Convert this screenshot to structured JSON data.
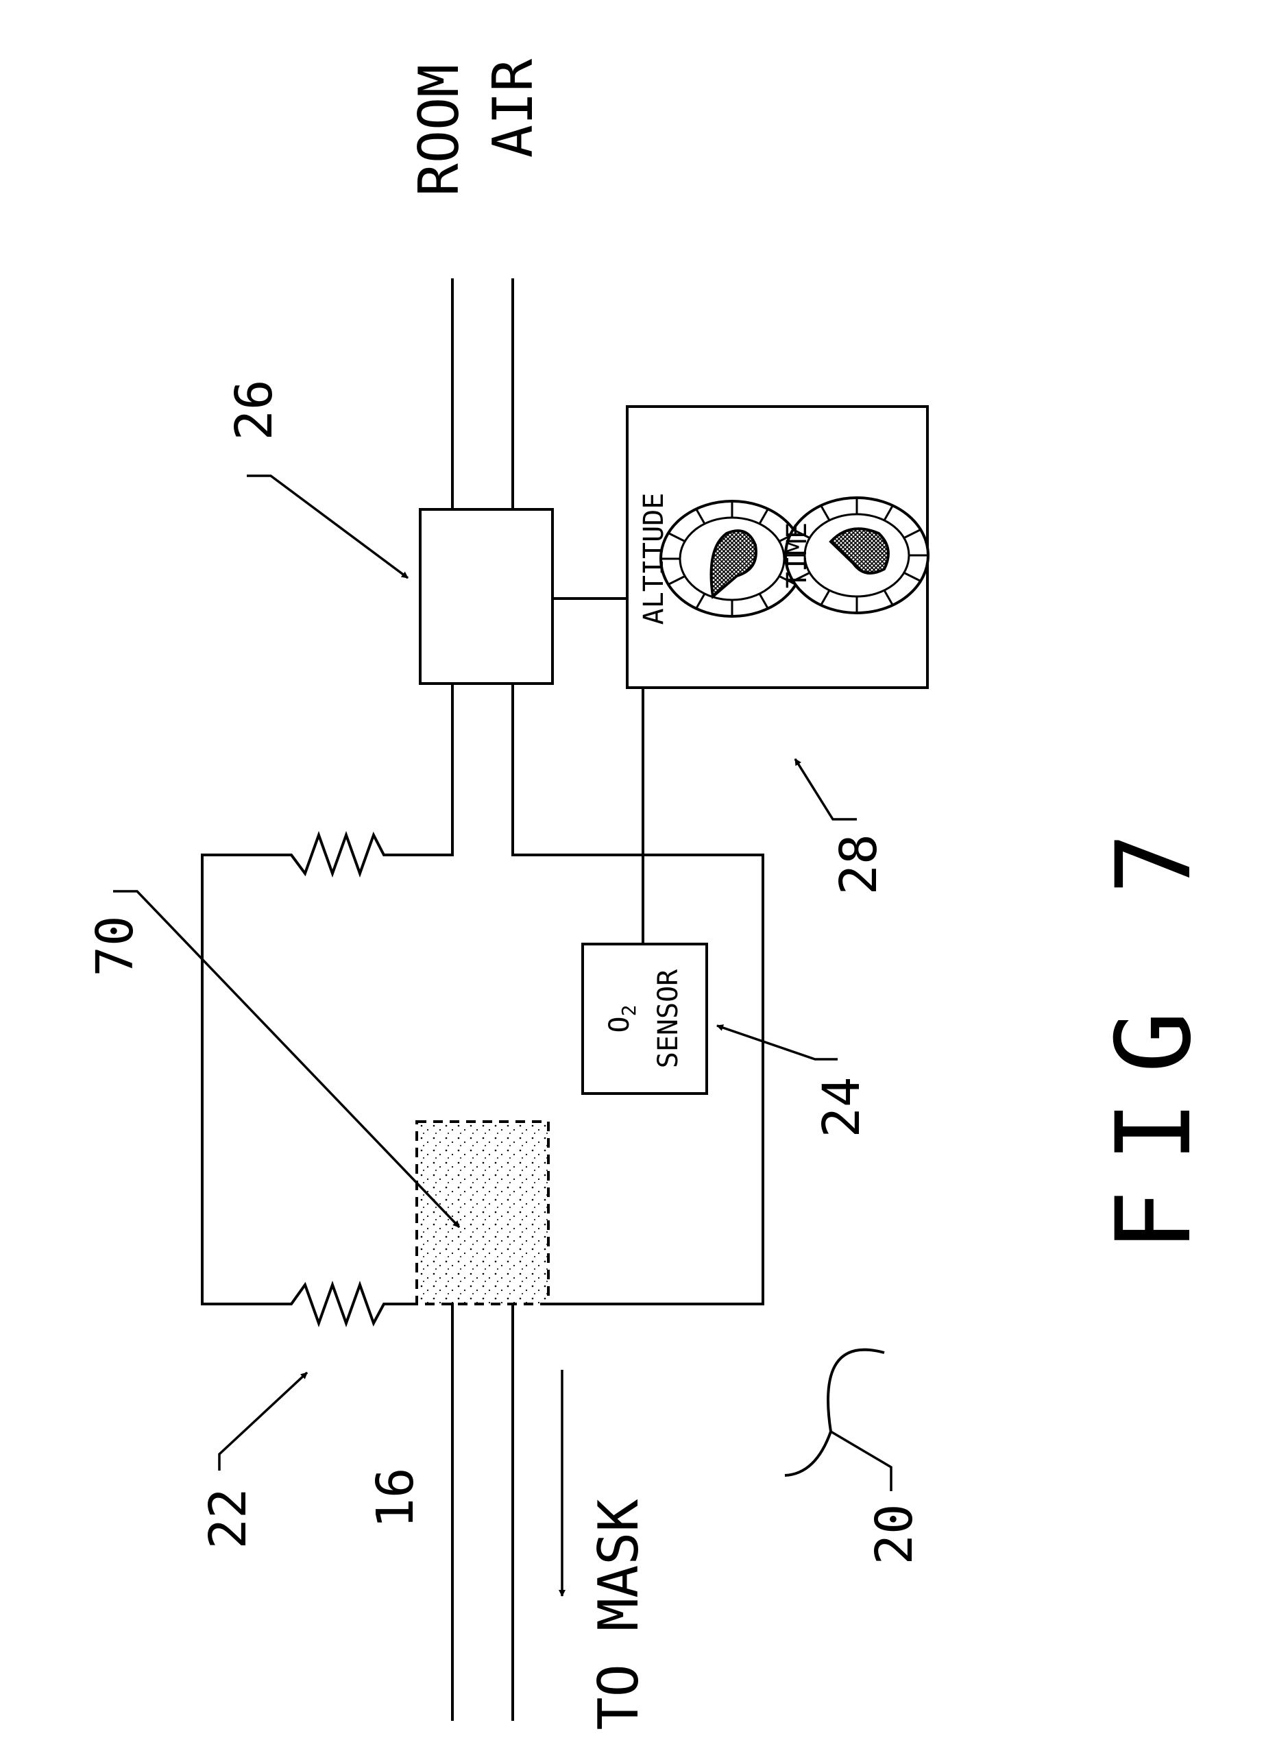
{
  "figure": {
    "caption": "FIG 7",
    "labels": {
      "room_air_line1": "ROOM",
      "room_air_line2": "AIR",
      "to_mask": "TO MASK",
      "altitude": "ALTITUDE",
      "time": "TIME",
      "o2_sensor_line1": "O",
      "o2_subscript": "2",
      "o2_sensor_line2": "SENSOR"
    },
    "refs": {
      "ref_26": "26",
      "ref_28": "28",
      "ref_70": "70",
      "ref_24": "24",
      "ref_22": "22",
      "ref_16": "16",
      "ref_20": "20"
    }
  },
  "colors": {
    "ink": "#000000",
    "paper": "#ffffff"
  }
}
